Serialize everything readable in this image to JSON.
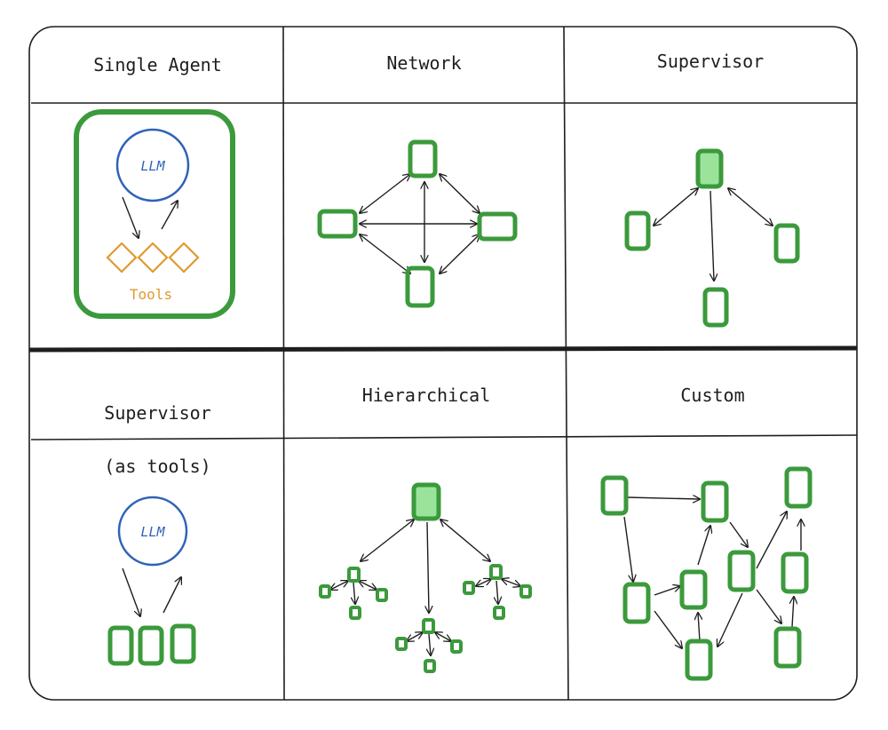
{
  "titles": {
    "single_agent": "Single Agent",
    "network": "Network",
    "supervisor": "Supervisor",
    "supervisor_tools_line1": "Supervisor",
    "supervisor_tools_line2": "(as tools)",
    "hierarchical": "Hierarchical",
    "custom": "Custom"
  },
  "labels": {
    "llm_single": "LLM",
    "tools": "Tools",
    "llm_tools": "LLM"
  },
  "colors": {
    "line": "#1e1e1e",
    "agent_stroke": "#3b9a3b",
    "agent_fill_light": "#9be39b",
    "llm_stroke": "#2f62b8",
    "tool_stroke": "#e09a2e"
  }
}
